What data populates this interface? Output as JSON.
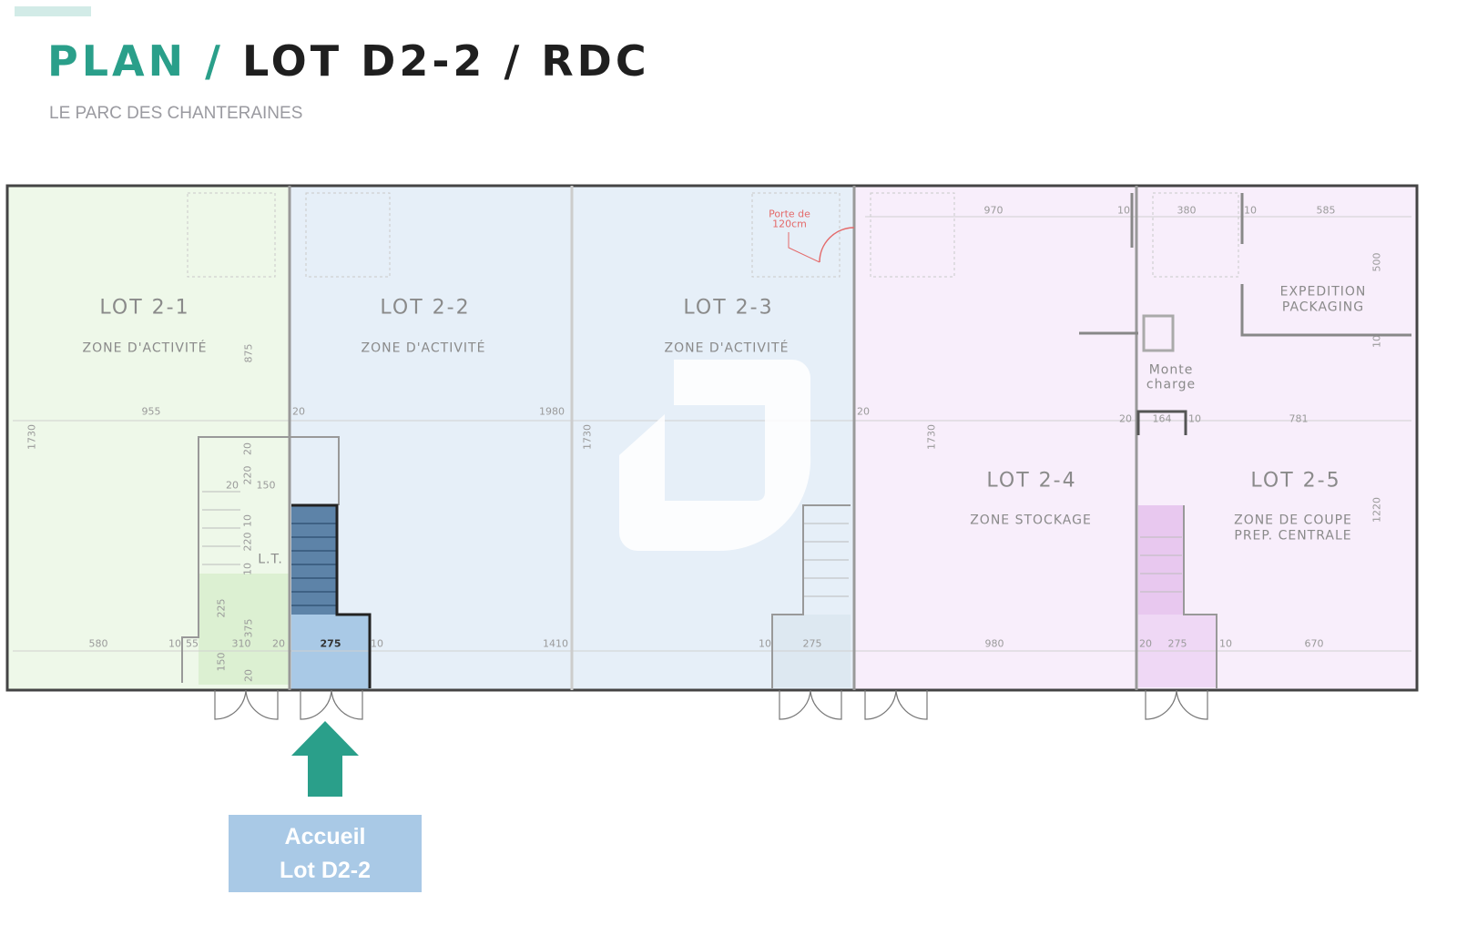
{
  "header": {
    "title_accent": "PLAN /",
    "title_main": "LOT D2-2 / RDC",
    "subtitle": "LE PARC DES CHANTERAINES"
  },
  "lots": [
    {
      "name": "LOT 2-1",
      "zone": "ZONE D'ACTIVITÉ"
    },
    {
      "name": "LOT 2-2",
      "zone": "ZONE D'ACTIVITÉ"
    },
    {
      "name": "LOT 2-3",
      "zone": "ZONE D'ACTIVITÉ"
    },
    {
      "name": "LOT 2-4",
      "zone": "ZONE STOCKAGE"
    },
    {
      "name": "LOT 2-5",
      "zone": "ZONE DE COUPE",
      "zone2": "PREP. CENTRALE"
    }
  ],
  "rooms": {
    "expedition": "EXPEDITION",
    "packaging": "PACKAGING",
    "monte": "Monte",
    "charge": "charge",
    "lt": "L.T.",
    "porte1": "Porte de",
    "porte2": "120cm"
  },
  "dims": [
    "955",
    "20",
    "1980",
    "20",
    "970",
    "10",
    "380",
    "10",
    "585",
    "500",
    "10",
    "20",
    "164",
    "10",
    "781",
    "1220",
    "1730",
    "875",
    "1730",
    "1730",
    "580",
    "10",
    "55",
    "310",
    "20",
    "275",
    "10",
    "1410",
    "10",
    "275",
    "980",
    "20",
    "275",
    "10",
    "670",
    "220",
    "20",
    "20",
    "150",
    "10",
    "220",
    "10",
    "225",
    "375",
    "150",
    "20"
  ],
  "accueil": {
    "line1": "Accueil",
    "line2": "Lot D2-2"
  },
  "colors": {
    "teal": "#2a9f8a",
    "green_zone": "#eef8e9",
    "blue_zone": "#e6eff8",
    "pink_zone": "#f8eefb",
    "accueil": "#a9c9e6"
  }
}
